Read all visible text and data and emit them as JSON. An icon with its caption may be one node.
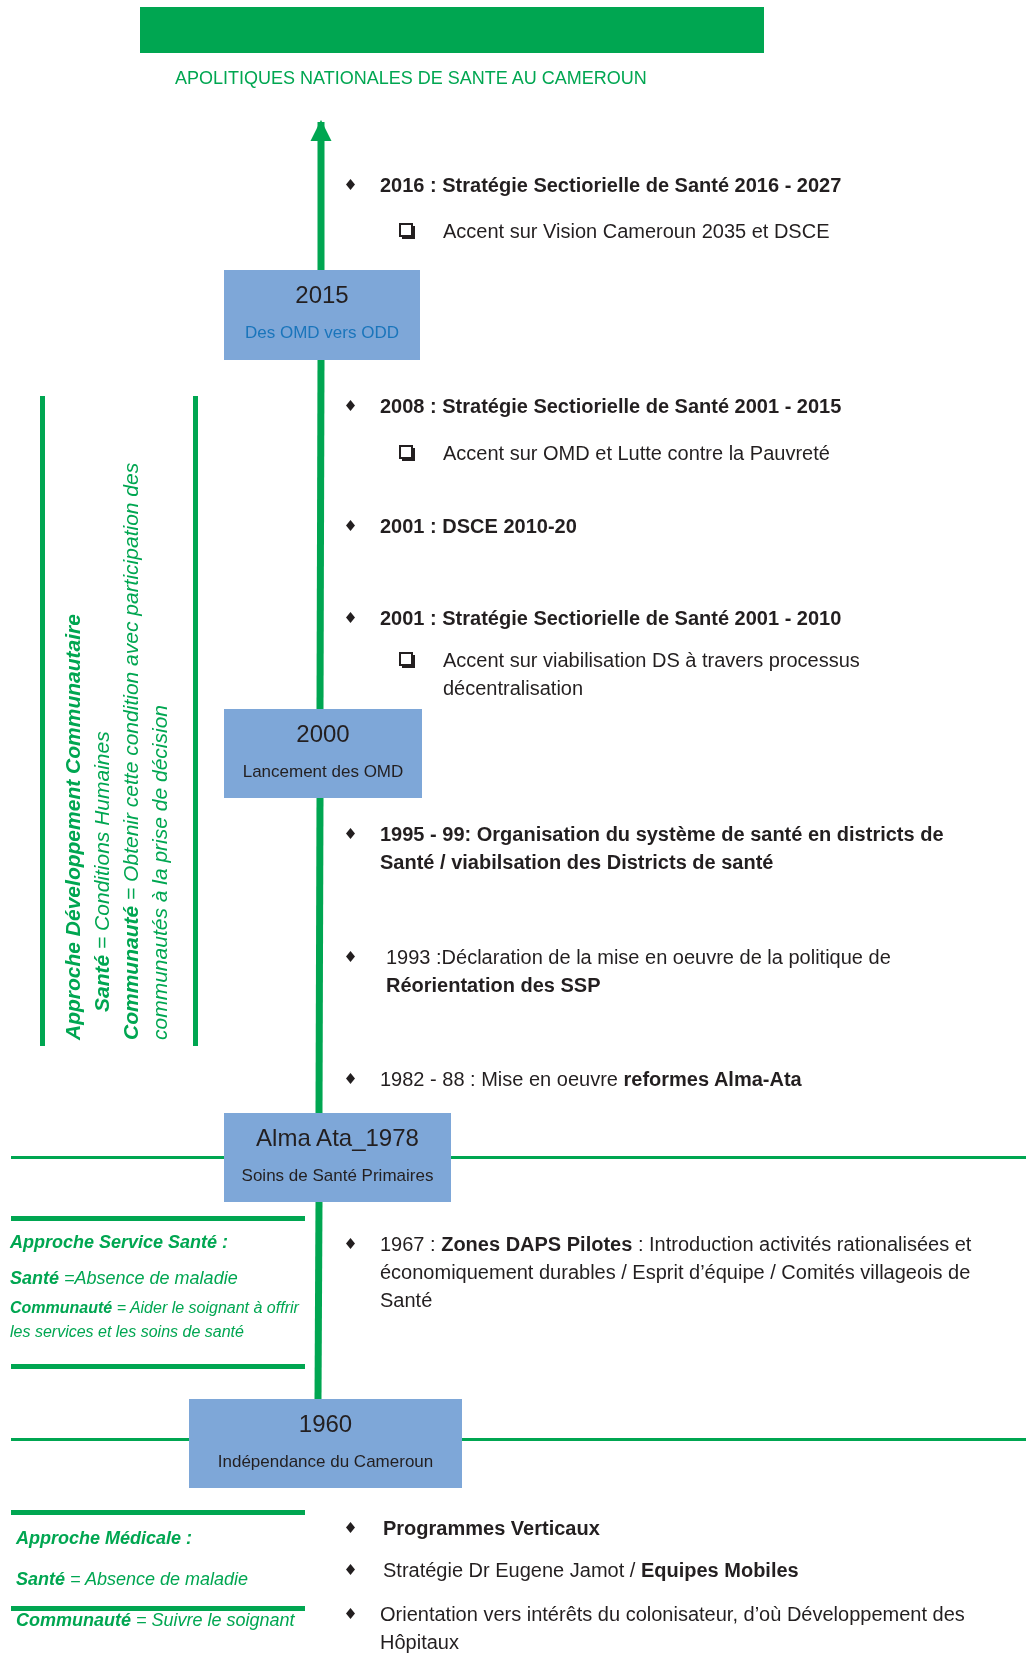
{
  "diagram": {
    "title": "APOLITIQUES NATIONALES DE SANTE AU CAMEROUN",
    "nodes": [
      {
        "text": [
          "2015",
          "Des OMD vers ODD"
        ]
      },
      {
        "text": [
          "2000",
          "Lancement des OMD"
        ]
      },
      {
        "text": [
          "Alma Ata_1978",
          "Soins de Santé Primaires"
        ]
      },
      {
        "text": [
          "1960",
          "Indépendance du Cameroun"
        ]
      }
    ],
    "edges": [
      {
        "from": 3,
        "to": 2,
        "arrow": "none"
      },
      {
        "from": 2,
        "to": 1,
        "arrow": "none"
      },
      {
        "from": 1,
        "to": 0,
        "arrow": "none"
      },
      {
        "from": 0,
        "to": null,
        "arrow": "to"
      }
    ],
    "labels": [
      "2016 : Stratégie Sectiorielle de Santé 2016 - 2027",
      "Accent sur Vision Cameroun 2035 et DSCE",
      "2008 : Stratégie Sectiorielle de Santé 2001 - 2015",
      "Accent sur OMD et Lutte contre la Pauvreté",
      "2001 : DSCE 2010-20",
      "2001 : Stratégie Sectiorielle de Santé 2001 - 2010",
      "Accent sur viabilisation DS à travers processus décentralisation",
      "1995 - 99: Organisation du système de santé en districts de Santé / viabilsation des Districts de santé",
      "1993 :Déclaration de la mise en oeuvre de la politique de **Réorientation des SSP**",
      "1982 - 88 : Mise en oeuvre **reformes Alma-Ata**",
      "Approche Développement Communautaire",
      "**Santé** = Conditions Humaines",
      "**Communauté** = Obtenir cette condition avec participation des communautés à la prise de décision",
      "Approche Service Santé :",
      "**Santé** =Absence de maladie",
      "**Communauté** = Aider le soignant à offrir les services et les soins de santé",
      "1967 : **Zones DAPS Pilotes** : Introduction activités rationalisées et économiquement durables / Esprit d’équipe / Comités villageois de Santé",
      "Approche Médicale :",
      "**Santé** = Absence de maladie",
      "**Communauté** = Suivre le soignant",
      "Programmes Verticaux",
      "Stratégie Dr Eugene Jamot / **Equipes Mobiles**",
      "Orientation vers intérêts du colonisateur, d’où  Développement des Hôpitaux"
    ]
  }
}
